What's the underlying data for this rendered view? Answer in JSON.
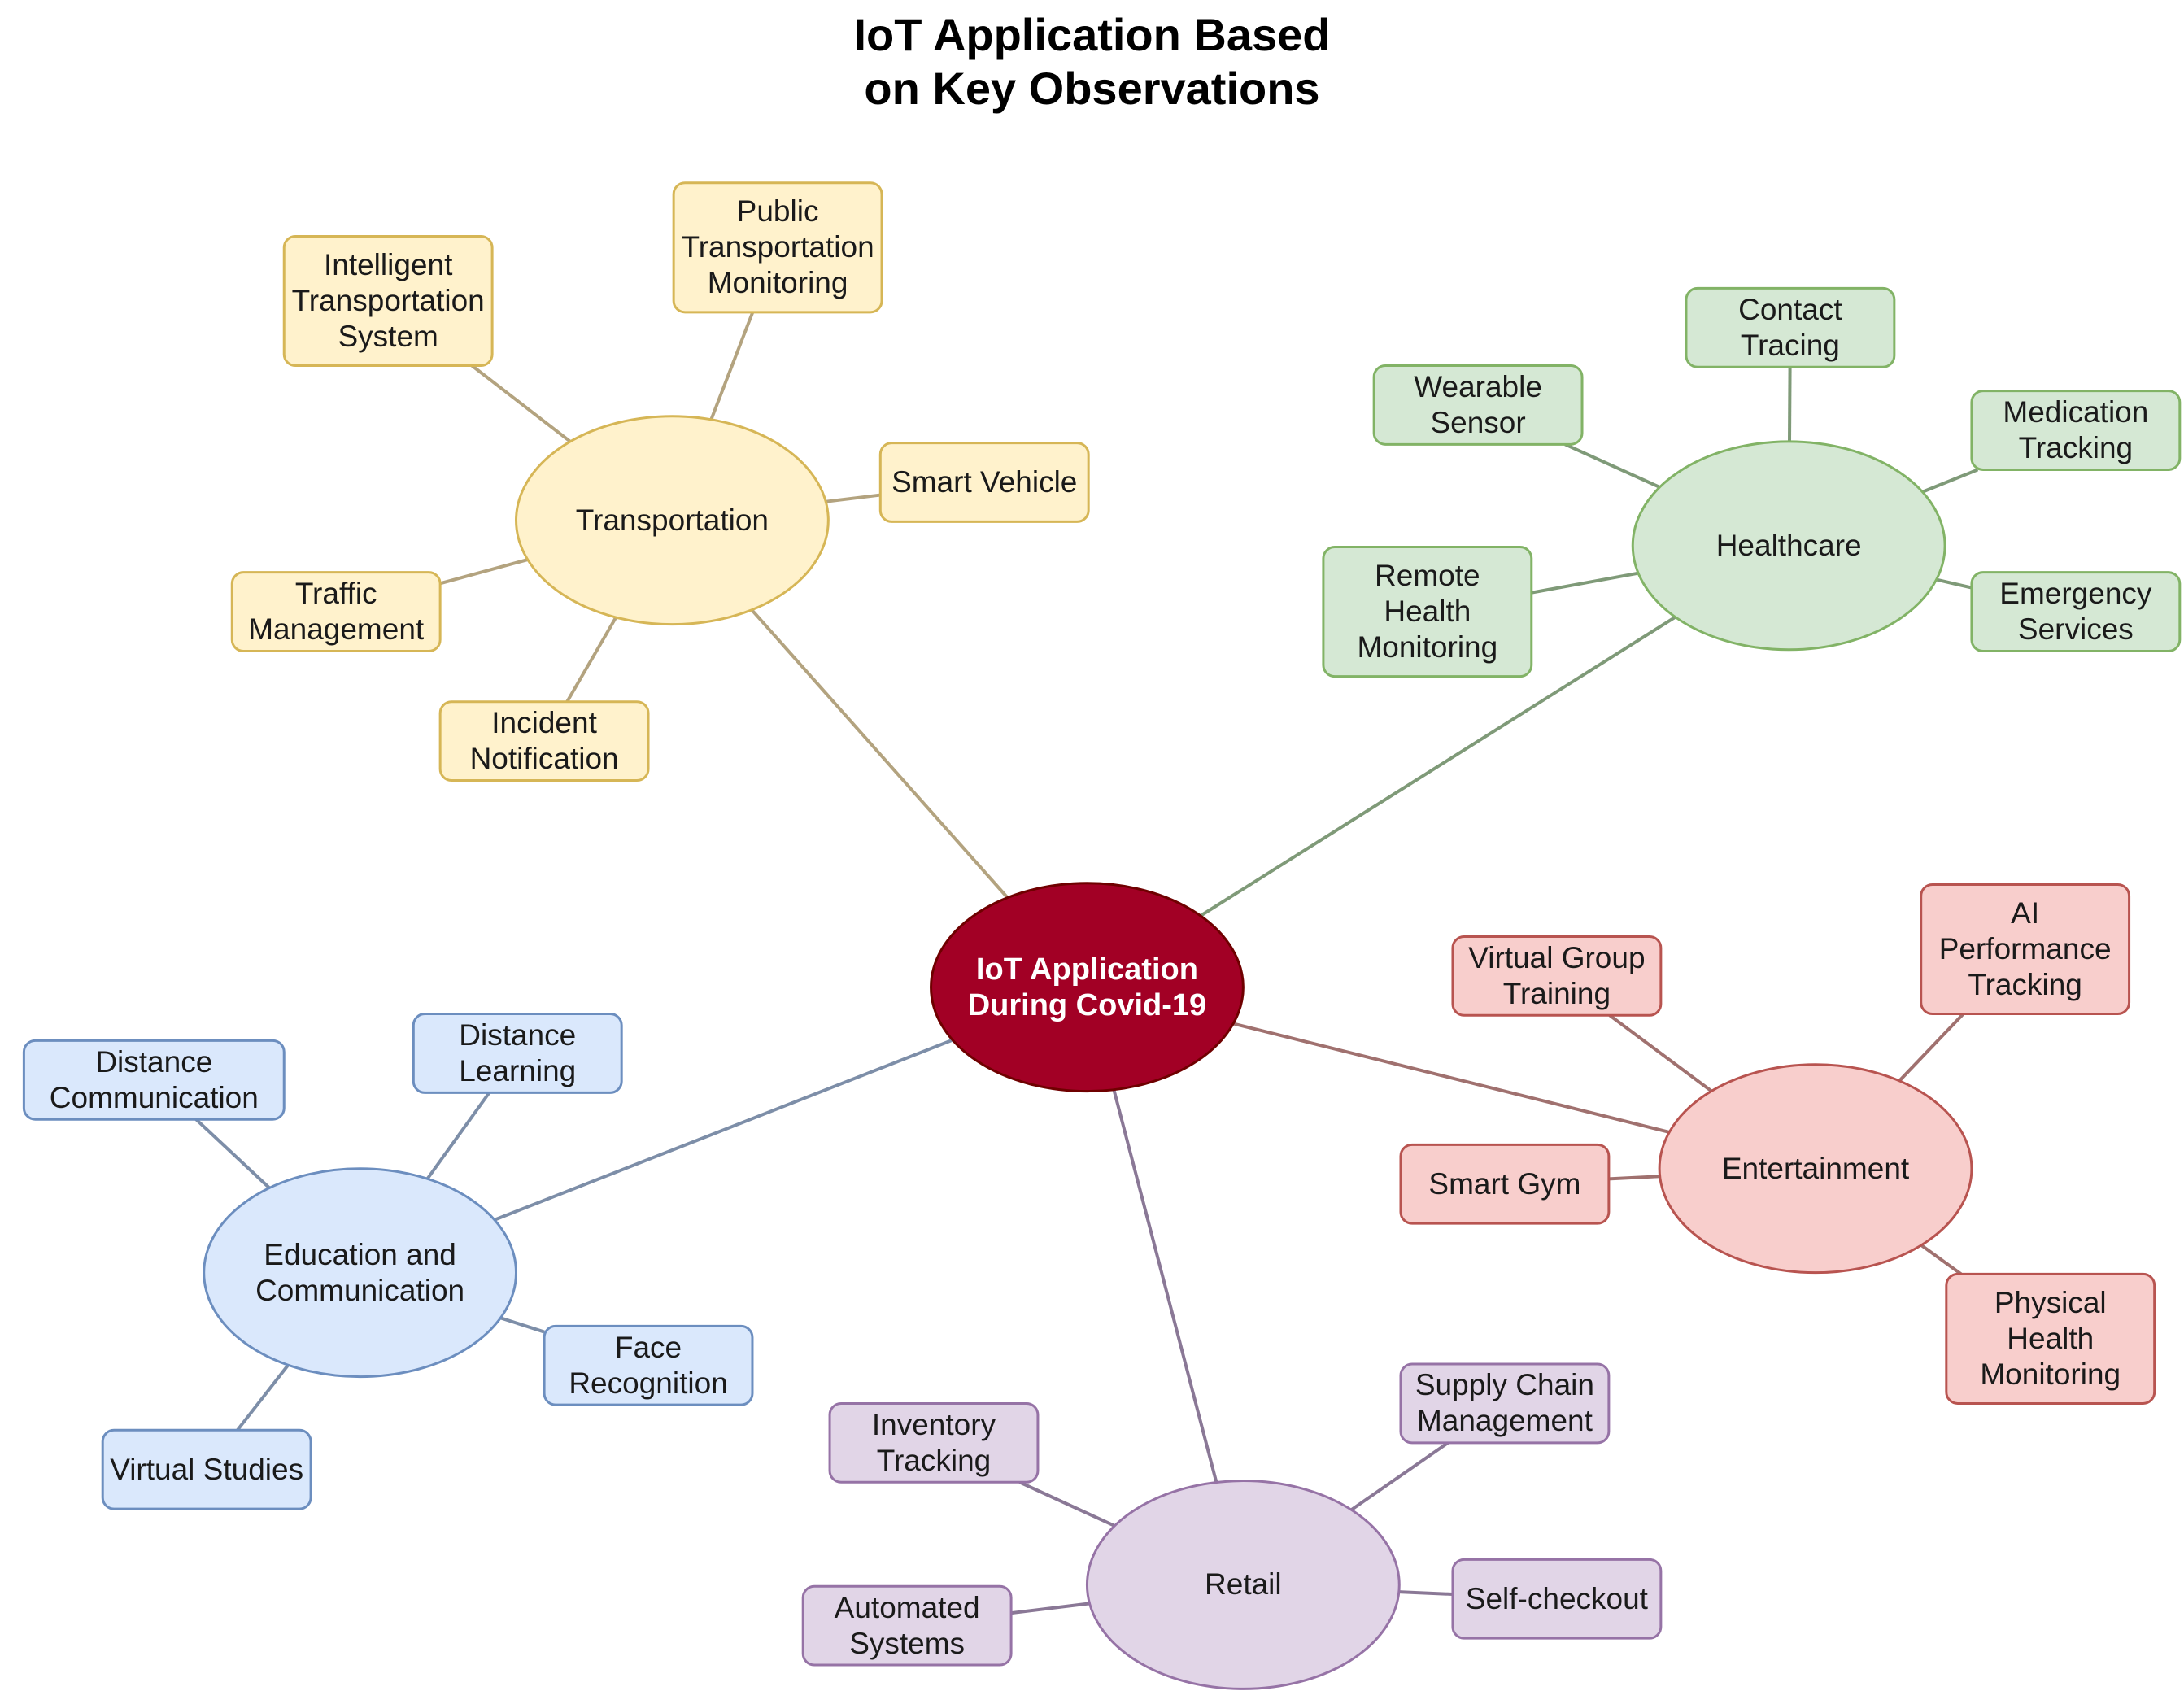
{
  "title": "IoT Application Based\non Key Observations",
  "center": {
    "label": "IoT Application\nDuring Covid-19",
    "fill": "#a20025",
    "stroke": "#6f0000",
    "color": "#ffffff"
  },
  "branches": [
    {
      "key": "transportation",
      "label": "Transportation",
      "fill": "#fff2cc",
      "stroke": "#d6b656",
      "edge": "#b3a37f",
      "leaves": [
        "Intelligent\nTransportation\nSystem",
        "Public\nTransportation\nMonitoring",
        "Smart Vehicle",
        "Traffic\nManagement",
        "Incident\nNotification"
      ]
    },
    {
      "key": "healthcare",
      "label": "Healthcare",
      "fill": "#d5e8d4",
      "stroke": "#82b366",
      "edge": "#7f9a78",
      "leaves": [
        "Wearable\nSensor",
        "Contact\nTracing",
        "Medication\nTracking",
        "Remote\nHealth\nMonitoring",
        "Emergency\nServices"
      ]
    },
    {
      "key": "entertainment",
      "label": "Entertainment",
      "fill": "#f8cecc",
      "stroke": "#b85450",
      "edge": "#a0716f",
      "leaves": [
        "Virtual Group\nTraining",
        "AI\nPerformance\nTracking",
        "Smart Gym",
        "Physical\nHealth\nMonitoring"
      ]
    },
    {
      "key": "retail",
      "label": "Retail",
      "fill": "#e1d5e7",
      "stroke": "#9673a6",
      "edge": "#8a7896",
      "leaves": [
        "Inventory\nTracking",
        "Supply Chain\nManagement",
        "Automated\nSystems",
        "Self-checkout"
      ]
    },
    {
      "key": "education",
      "label": "Education and\nCommunication",
      "fill": "#dae8fc",
      "stroke": "#6c8ebf",
      "edge": "#7d8ea8",
      "leaves": [
        "Distance\nCommunication",
        "Distance\nLearning",
        "Face\nRecognition",
        "Virtual Studies"
      ]
    }
  ]
}
